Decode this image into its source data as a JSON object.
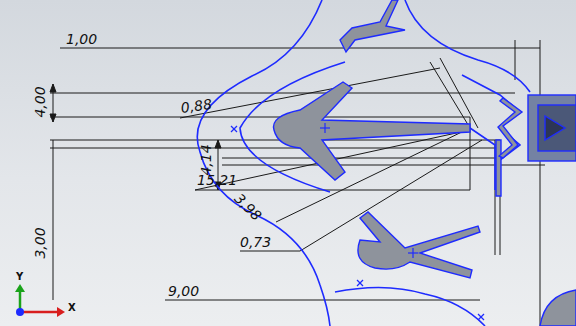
{
  "diagram": {
    "labels": [
      "1,00",
      "4,00",
      "0,88",
      "4,14",
      "15,21",
      "3,98",
      "0,73",
      "3,00",
      "9,00",
      "Y",
      "X"
    ]
  }
}
